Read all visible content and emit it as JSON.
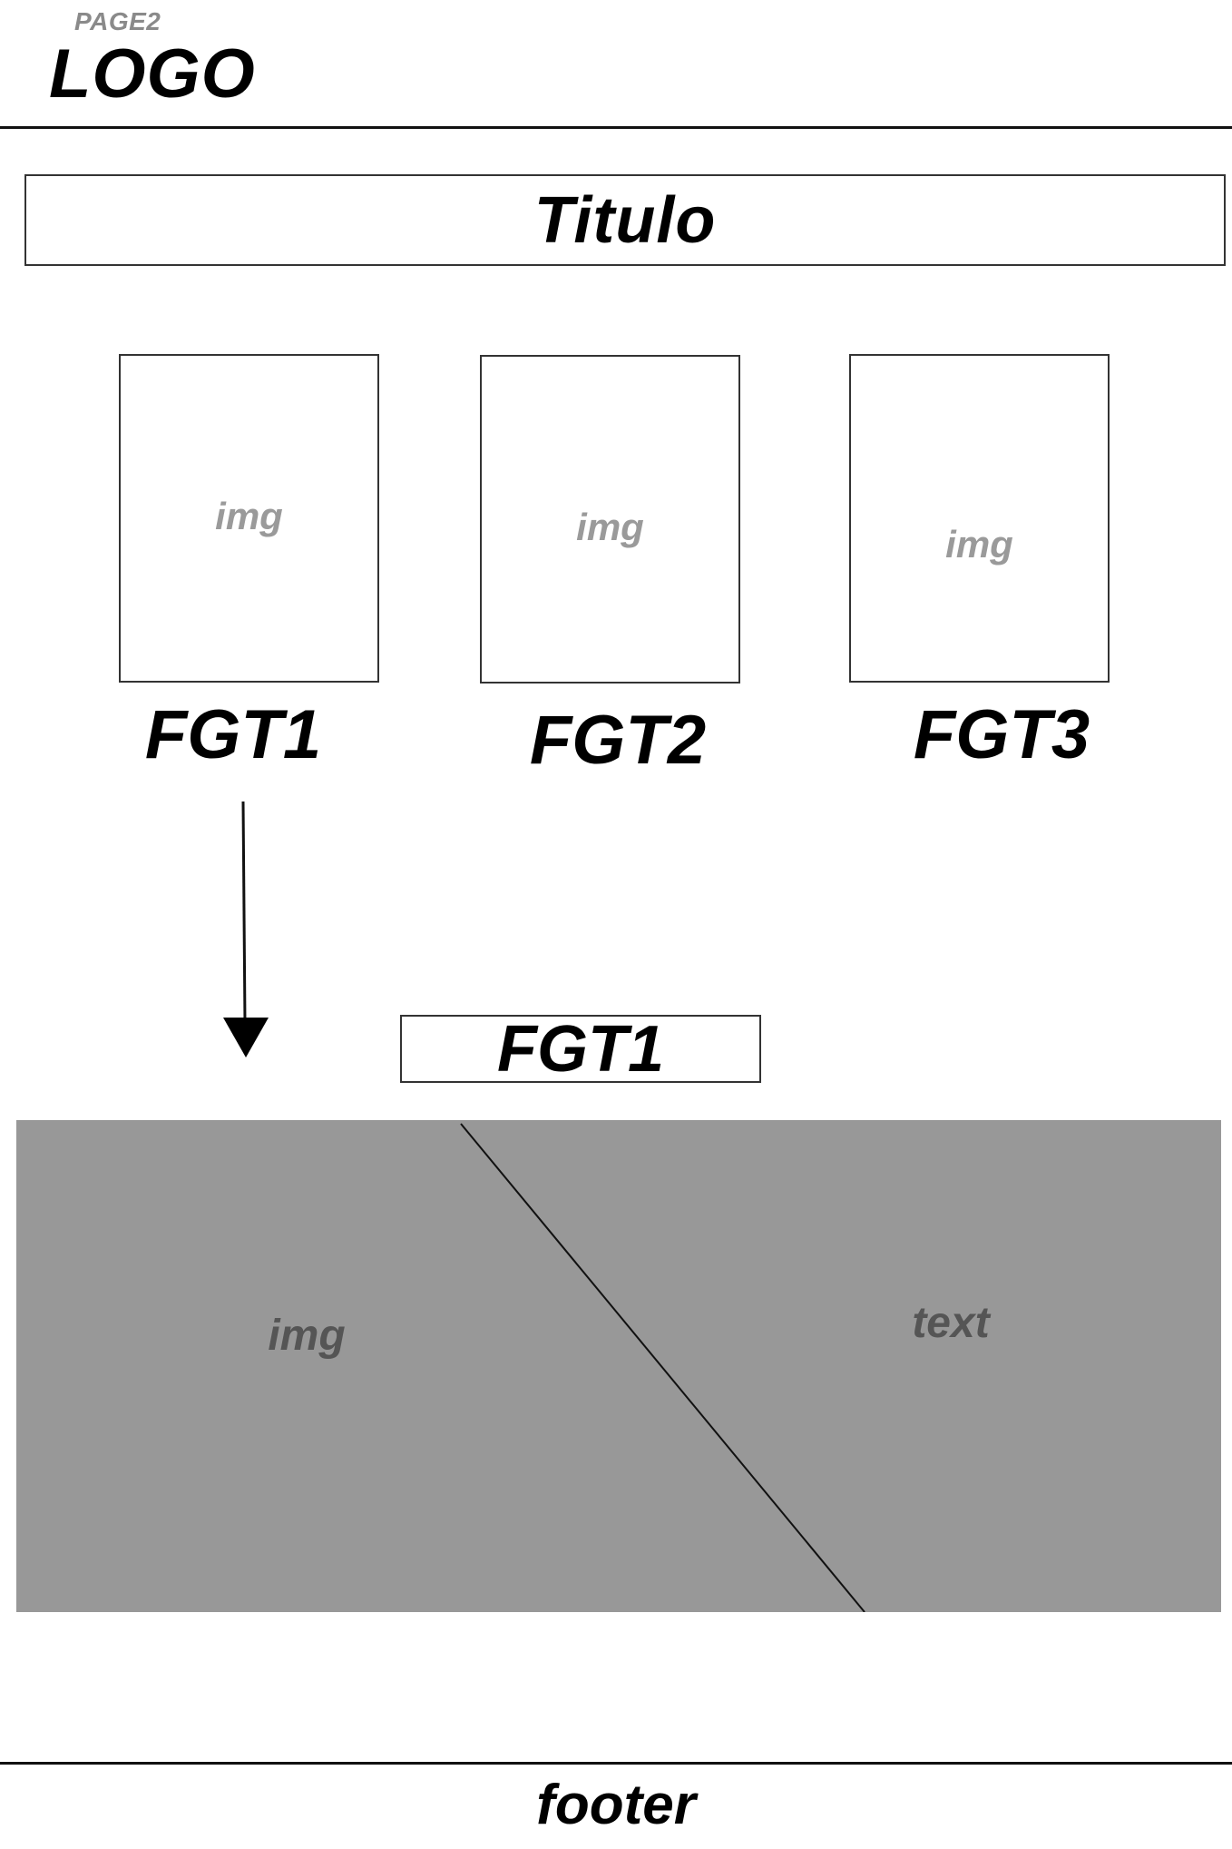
{
  "header": {
    "page_label": "PAGE2",
    "logo": "LOGO"
  },
  "title": "Titulo",
  "cards": [
    {
      "image_label": "img",
      "label": "FGT1"
    },
    {
      "image_label": "img",
      "label": "FGT2"
    },
    {
      "image_label": "img",
      "label": "FGT3"
    }
  ],
  "detail": {
    "label": "FGT1",
    "image_label": "img",
    "text_label": "text"
  },
  "footer": "footer",
  "colors": {
    "panel_background": "#989898",
    "placeholder_text": "#9a9a9a",
    "panel_text": "#555555"
  },
  "icons": {
    "arrow": "arrow-down-icon"
  }
}
